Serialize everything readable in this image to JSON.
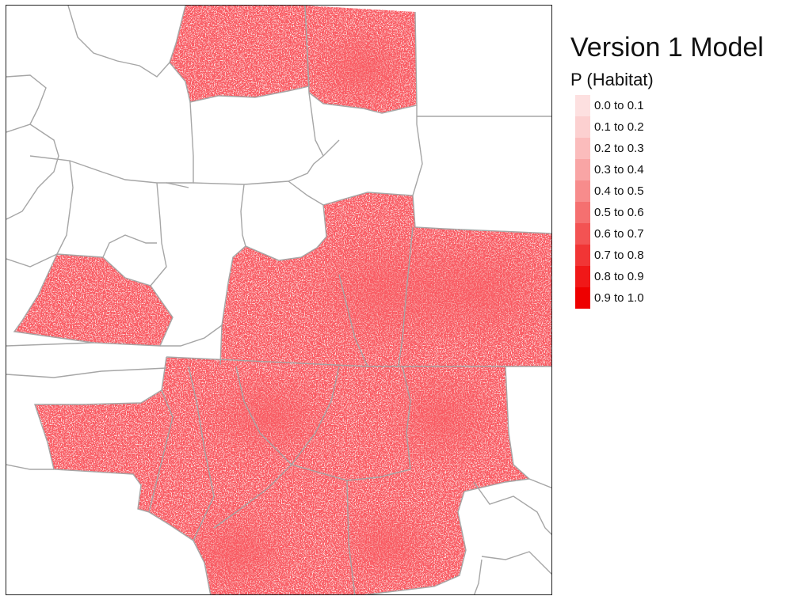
{
  "legend": {
    "title": "Version 1 Model",
    "subtitle": "P (Habitat)",
    "classes": [
      {
        "label": "0.0 to 0.1",
        "color": "#fde0e0"
      },
      {
        "label": "0.1 to 0.2",
        "color": "#fcd0d0"
      },
      {
        "label": "0.2 to 0.3",
        "color": "#fbbcbc"
      },
      {
        "label": "0.3 to 0.4",
        "color": "#f9a5a5"
      },
      {
        "label": "0.4 to 0.5",
        "color": "#f78c8c"
      },
      {
        "label": "0.5 to 0.6",
        "color": "#f57070"
      },
      {
        "label": "0.6 to 0.7",
        "color": "#f35353"
      },
      {
        "label": "0.7 to 0.8",
        "color": "#f13535"
      },
      {
        "label": "0.8 to 0.9",
        "color": "#f01818"
      },
      {
        "label": "0.9 to 1.0",
        "color": "#ee0000"
      }
    ]
  },
  "map": {
    "boundary_color": "#a6a6a6",
    "frame_color": "#222222",
    "background_color": "#ffffff",
    "base_fill_color": "#fbe0e0"
  }
}
